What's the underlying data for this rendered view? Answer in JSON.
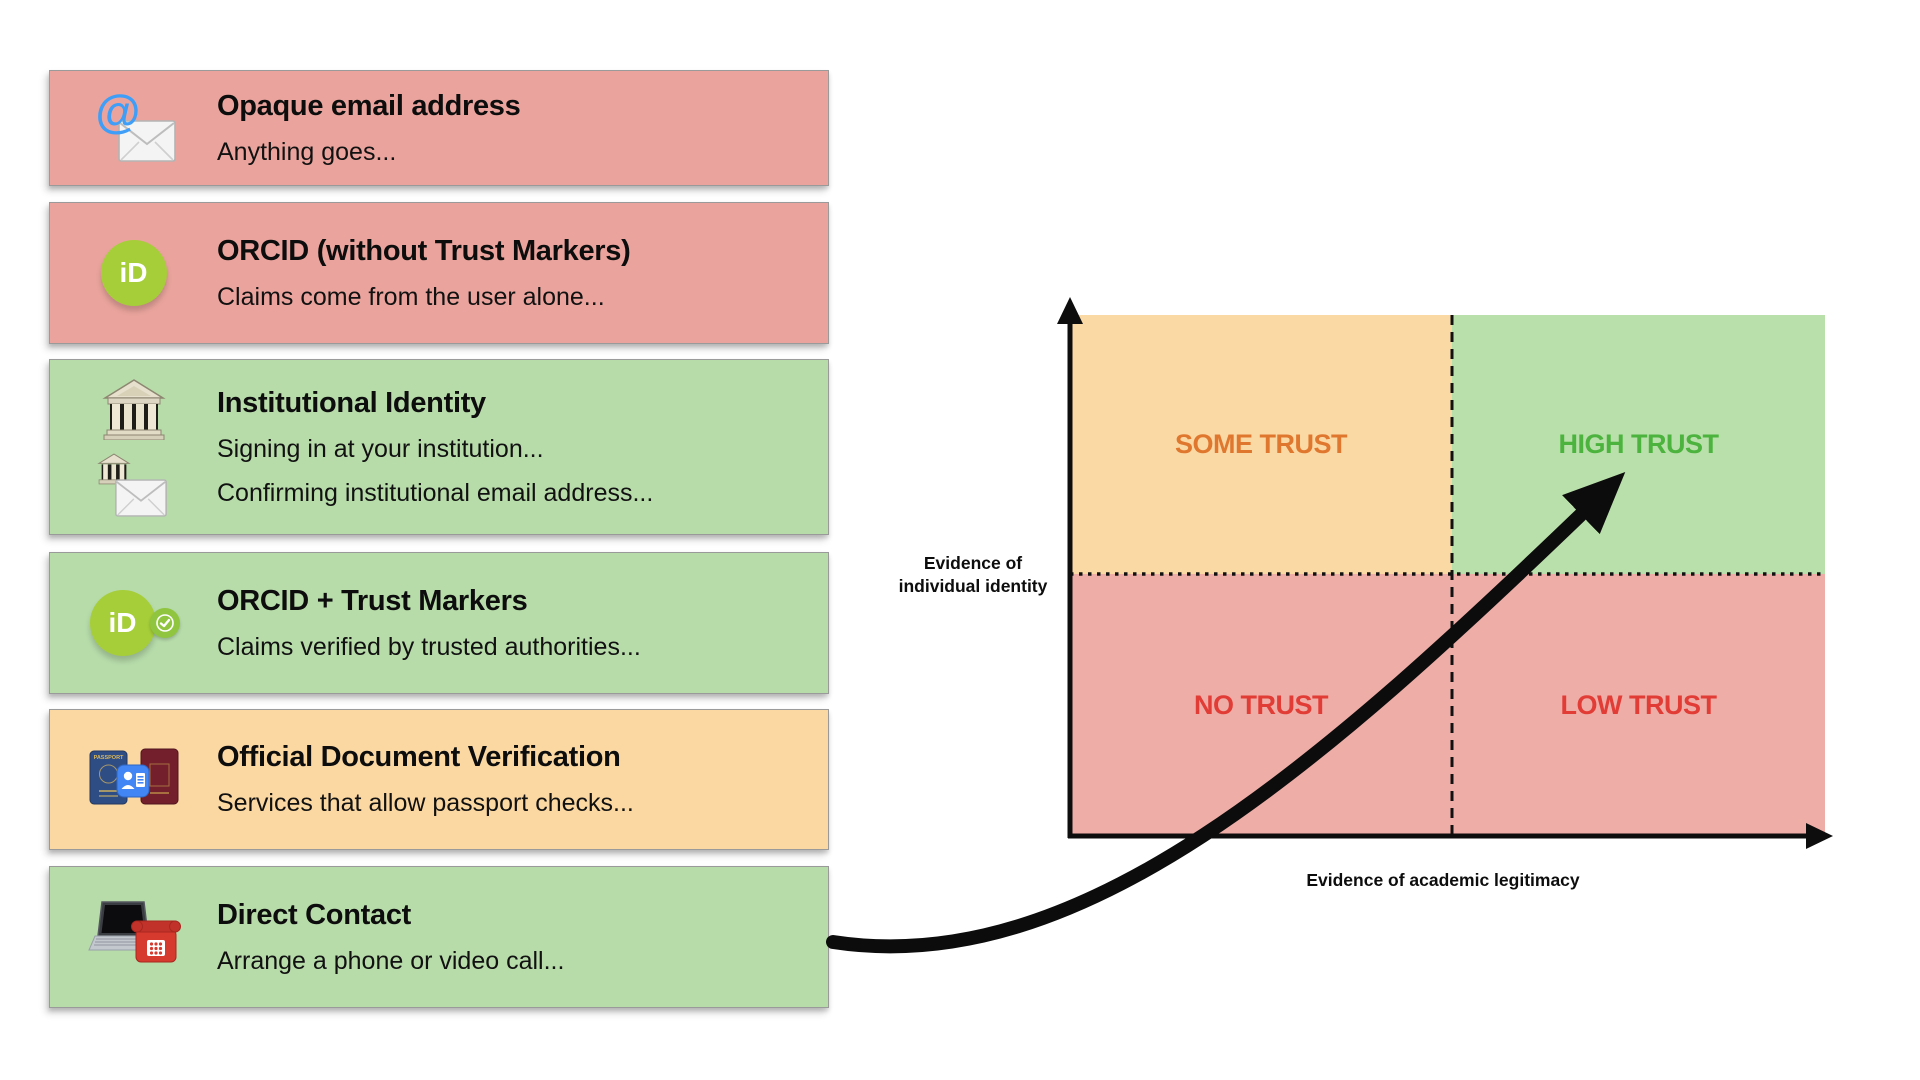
{
  "cards": [
    {
      "title": "Opaque email address",
      "lines": [
        "Anything goes..."
      ],
      "color_name": "red",
      "bg": "#eaa49d",
      "icons": [
        "at-envelope"
      ]
    },
    {
      "title": "ORCID (without Trust Markers)",
      "lines": [
        "Claims come from the user alone..."
      ],
      "color_name": "red",
      "bg": "#eaa49d",
      "icons": [
        "orcid"
      ]
    },
    {
      "title": "Institutional Identity",
      "lines": [
        "Signing in at your institution...",
        "Confirming institutional email address..."
      ],
      "color_name": "green",
      "bg": "#b7dcaa",
      "icons": [
        "institution",
        "institution-envelope"
      ]
    },
    {
      "title": "ORCID + Trust Markers",
      "lines": [
        "Claims verified by trusted authorities..."
      ],
      "color_name": "green",
      "bg": "#b7dcaa",
      "icons": [
        "orcid-check"
      ]
    },
    {
      "title": "Official Document Verification",
      "lines": [
        "Services that allow passport checks..."
      ],
      "color_name": "orange",
      "bg": "#fbd8a2",
      "icons": [
        "passport-check"
      ]
    },
    {
      "title": "Direct Contact",
      "lines": [
        "Arrange a phone or video call..."
      ],
      "color_name": "green",
      "bg": "#b7dcaa",
      "icons": [
        "laptop-phone"
      ]
    }
  ],
  "icon_text": {
    "at": "@",
    "orcid": "iD",
    "passport": "PASSPORT"
  },
  "chart": {
    "quadrants": [
      {
        "position": "top-left",
        "label": "SOME TRUST",
        "bg": "#fbd9a4",
        "label_color": "#e0772f"
      },
      {
        "position": "top-right",
        "label": "HIGH TRUST",
        "bg": "#b9e0ab",
        "label_color": "#4cb33e"
      },
      {
        "position": "bottom-left",
        "label": "NO TRUST",
        "bg": "#efada7",
        "label_color": "#e23c36"
      },
      {
        "position": "bottom-right",
        "label": "LOW TRUST",
        "bg": "#efada7",
        "label_color": "#e23c36"
      }
    ],
    "x_axis_label": "Evidence of academic legitimacy",
    "y_axis_label": [
      "Evidence of",
      "individual identity"
    ],
    "arrow": {
      "from": "Direct Contact card",
      "to": "HIGH TRUST quadrant",
      "color": "#0c0c0c"
    }
  },
  "colors": {
    "card_red": "#eaa49d",
    "card_green": "#b7dcaa",
    "card_orange": "#fbd8a2",
    "quadrant_pink": "#efada7",
    "quadrant_green": "#b9e0ab",
    "quadrant_tan": "#fbd9a4",
    "orcid_green": "#a6ce39",
    "axis_black": "#0d0d0d"
  }
}
